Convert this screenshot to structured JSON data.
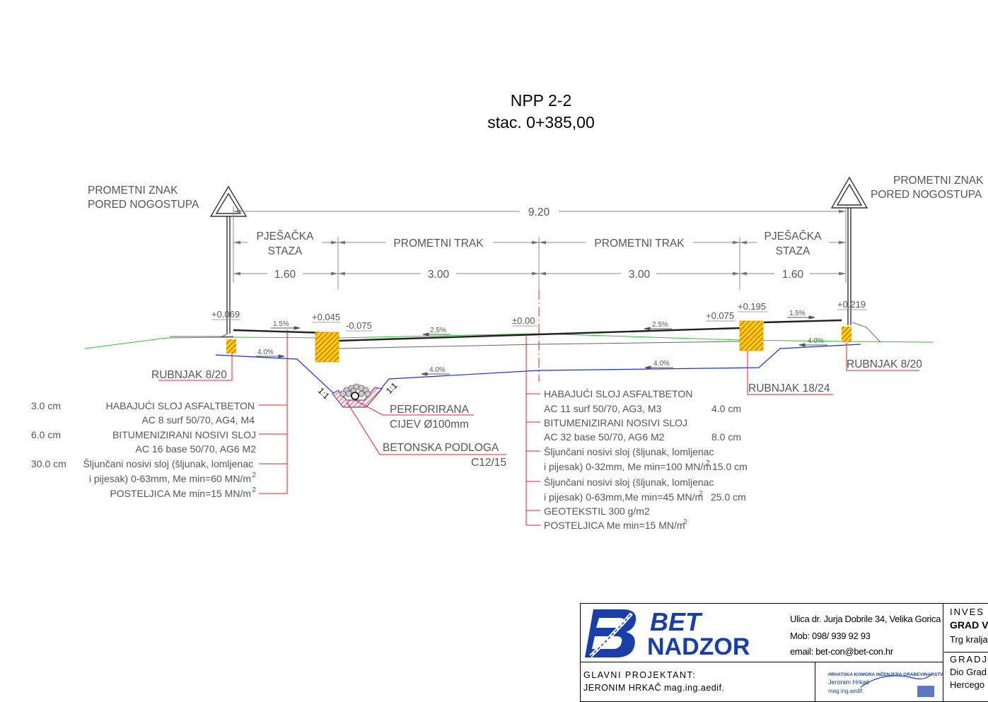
{
  "title": {
    "line1": "NPP 2-2",
    "line2": "stac. 0+385,00"
  },
  "signs": {
    "left": [
      "PROMETNI ZNAK",
      "PORED NOGOSTUPA"
    ],
    "right": [
      "PROMETNI ZNAK",
      "PORED NOGOSTUPA"
    ]
  },
  "zones": {
    "left_walk": [
      "PJEŠAČKA",
      "STAZA"
    ],
    "lane1": "PROMETNI TRAK",
    "lane2": "PROMETNI TRAK",
    "right_walk": [
      "PJEŠAČKA",
      "STAZA"
    ]
  },
  "dims": {
    "total": "9.20",
    "d1": "1.60",
    "d2": "3.00",
    "d3": "3.00",
    "d4": "1.60"
  },
  "elevations": [
    "+0.069",
    "+0.045",
    "-0.075",
    "±0.00",
    "+0.075",
    "+0.195",
    "+0.219"
  ],
  "slopes": {
    "s1": "1.5%",
    "s2": "2.5%",
    "s3": "2.5%",
    "s4": "1.5%",
    "s5": "4.0%",
    "s6": "4.0%",
    "s7": "4.0%",
    "s8": "4.0%"
  },
  "ratios": {
    "r1": "1:1",
    "r2": "1:1"
  },
  "curbs": {
    "left": "RUBNJAK 8/20",
    "right": "RUBNJAK 8/20",
    "right_big": "RUBNJAK 18/24"
  },
  "pipe": {
    "line1": "PERFORIRANA",
    "line2": "CIJEV Ø100mm"
  },
  "concrete": {
    "line1": "BETONSKA PODLOGA",
    "line2": "C12/15"
  },
  "left_layers": {
    "thick1": "3.0 cm",
    "thick2": "6.0 cm",
    "thick3": "30.0 cm",
    "lines": [
      "HABAJUĆI SLOJ ASFALTBETON",
      "AC 8 surf 50/70, AG4, M4",
      "BITUMENIZIRANI NOSIVI SLOJ",
      "AC 16 base 50/70, AG6 M2",
      "Šljunčani nosivi sloj (šljunak, lomljenac",
      "i pijesak) 0-63mm, Me min=60 MN/m",
      "POSTELJICA  Me min=15 MN/m"
    ],
    "sup": "2"
  },
  "center_layers": {
    "lines": [
      "HABAJUĆI SLOJ ASFALTBETON",
      "AC 11 surf 50/70, AG3, M3",
      "BITUMENIZIRANI NOSIVI SLOJ",
      "AC 32 base 50/70, AG6 M2",
      "Šljunčani nosivi sloj (šljunak, lomljenac",
      "i pijesak) 0-32mm, Me min=100 MN/m",
      "Šljunčani nosivi sloj (šljunak, lomljenac",
      "i pijesak) 0-63mm,Me min=45 MN/m",
      "GEOTEKSTIL 300 g/m2",
      "POSTELJICA  Me min=15 MN/m"
    ],
    "thick": [
      "4.0 cm",
      "8.0 cm",
      "15.0 cm",
      "25.0 cm"
    ],
    "sup": "2"
  },
  "titleblock": {
    "brand1": "BET",
    "brand2": "NADZOR",
    "address": "Ulica dr. Jurja Dobrile 34, Velika Gorica",
    "mob": "Mob: 098/ 939 92 93",
    "email": "email: bet-con@bet-con.hr",
    "gp_label": "GLAVNI  PROJEKTANT:",
    "gp_name": "JERONIM HRKAČ mag.ing.aedif.",
    "stamp1": "HRVATSKA KOMORA INŽENJERA GRAĐEVINARSTVA",
    "stamp2": "Jeronim Hrkač",
    "stamp3": "mag.ing.aedif.",
    "inv_label": "INVES",
    "inv_name": "GRAD V",
    "inv_addr": "Trg kralja",
    "grad_label": "GRADJ",
    "grad_1": "Dio Grad",
    "grad_2": "Hercego"
  },
  "colors": {
    "dim": "#7a7a7a",
    "text": "#444444",
    "red": "#e0202a",
    "blue": "#1a2ee0",
    "green": "#2ec22e",
    "hatch": "#e8342c",
    "curb_fill": "#f2d500",
    "brand": "#1a3ea8"
  }
}
